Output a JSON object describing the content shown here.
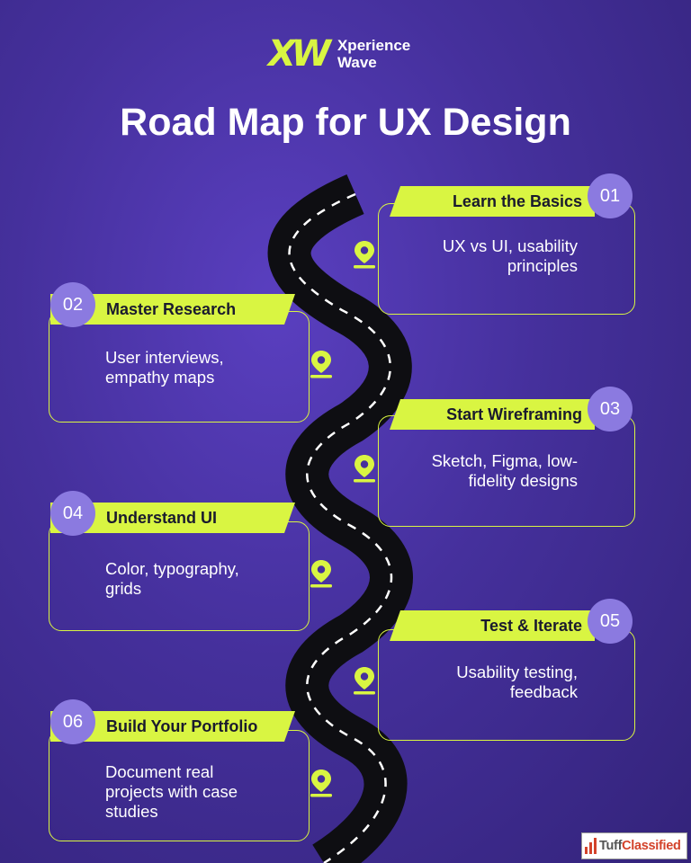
{
  "brand": {
    "mark": "XW",
    "name_line1": "Xperience",
    "name_line2": "Wave",
    "accent_color": "#d9f542"
  },
  "title": "Road Map for UX Design",
  "steps": [
    {
      "number": "01",
      "title": "Learn the Basics",
      "lines": [
        "UX vs UI, usability",
        "principles"
      ],
      "icon": "location-pin-icon"
    },
    {
      "number": "02",
      "title": "Master Research",
      "lines": [
        "User interviews,",
        "empathy maps"
      ],
      "icon": "location-pin-icon"
    },
    {
      "number": "03",
      "title": "Start Wireframing",
      "lines": [
        "Sketch, Figma, low-",
        "fidelity designs"
      ],
      "icon": "location-pin-icon"
    },
    {
      "number": "04",
      "title": "Understand UI",
      "lines": [
        "Color, typography,",
        "grids"
      ],
      "icon": "location-pin-icon"
    },
    {
      "number": "05",
      "title": "Test & Iterate",
      "lines": [
        "Usability testing,",
        "feedback"
      ],
      "icon": "location-pin-icon"
    },
    {
      "number": "06",
      "title": "Build Your Portfolio",
      "lines": [
        "Document real",
        "projects with case",
        "studies"
      ],
      "icon": "location-pin-icon"
    }
  ],
  "watermark": {
    "part1": "Tuff",
    "part2": "Classified"
  },
  "colors": {
    "background": "#45309c",
    "highlight": "#d9f542",
    "number_circle": "#8b7ae0",
    "road": "#0e0e12"
  }
}
